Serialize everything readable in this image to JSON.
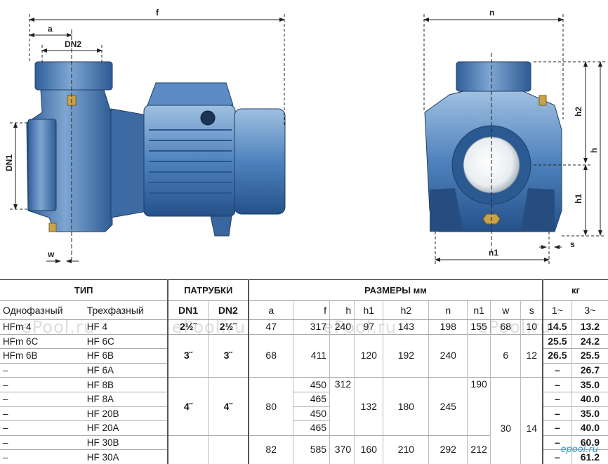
{
  "dims": {
    "f": "f",
    "a": "a",
    "dn2": "DN2",
    "dn1": "DN1",
    "w": "w",
    "n": "n",
    "h2": "h2",
    "h": "h",
    "h1": "h1",
    "n1": "n1",
    "s": "s"
  },
  "table": {
    "groups": {
      "type": "ТИП",
      "ports": "ПАТРУБКИ",
      "sizes": "РАЗМЕРЫ мм",
      "weight": "кг"
    },
    "columns": {
      "single": "Однофазный",
      "three": "Трехфазный",
      "dn1": "DN1",
      "dn2": "DN2",
      "a": "a",
      "f": "f",
      "h": "h",
      "h1": "h1",
      "h2": "h2",
      "n": "n",
      "n1": "n1",
      "w": "w",
      "s": "s",
      "kg1": "1~",
      "kg3": "3~"
    },
    "rows": [
      {
        "single": "HFm 4",
        "three": "HF 4",
        "dn1": "2½˝",
        "dn2": "2½˝",
        "a": "47",
        "f": "317",
        "h": "240",
        "h1": "97",
        "h2": "143",
        "n": "198",
        "n1": "155",
        "w": "68",
        "s": "10",
        "kg1": "14.5",
        "kg3": "13.2"
      },
      {
        "single": "HFm 6C",
        "three": "HF 6C",
        "kg1": "25.5",
        "kg3": "24.2"
      },
      {
        "single": "HFm 6B",
        "three": "HF 6B",
        "dn1": "3˝",
        "dn2": "3˝",
        "a": "68",
        "f": "411",
        "h1": "120",
        "h2": "192",
        "n": "240",
        "w": "6",
        "s": "12",
        "kg1": "26.5",
        "kg3": "25.5"
      },
      {
        "single": "–",
        "three": "HF 6A",
        "kg1": "–",
        "kg3": "26.7"
      },
      {
        "single": "–",
        "three": "HF 8B",
        "f": "450",
        "h": "312",
        "n1": "190",
        "kg1": "–",
        "kg3": "35.0"
      },
      {
        "single": "–",
        "three": "HF 8A",
        "f": "465",
        "kg1": "–",
        "kg3": "40.0"
      },
      {
        "single": "–",
        "three": "HF 20B",
        "dn1": "4˝",
        "dn2": "4˝",
        "a": "80",
        "f": "450",
        "h1": "132",
        "h2": "180",
        "n": "245",
        "w": "30",
        "s": "14",
        "kg1": "–",
        "kg3": "35.0"
      },
      {
        "single": "–",
        "three": "HF 20A",
        "f": "465",
        "kg1": "–",
        "kg3": "40.0"
      },
      {
        "single": "–",
        "three": "HF 30B",
        "a": "82",
        "f": "585",
        "h": "370",
        "h1": "160",
        "h2": "210",
        "n": "292",
        "n1": "212",
        "kg1": "–",
        "kg3": "60.9"
      },
      {
        "single": "–",
        "three": "HF 30A",
        "kg1": "–",
        "kg3": "61.2"
      }
    ]
  },
  "watermark": "ePool.ru",
  "brand": "epool.ru"
}
